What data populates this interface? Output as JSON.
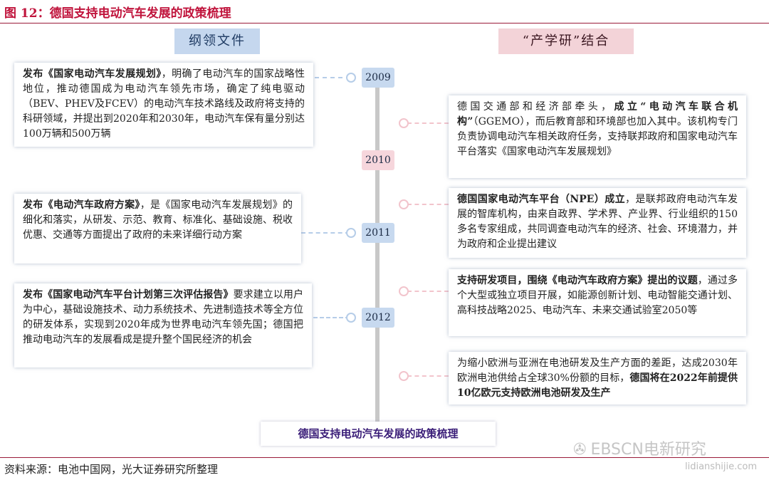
{
  "figure_title": "图 12：德国支持电动汽车发展的政策梳理",
  "headers": {
    "left": "纲领文件",
    "right": "“产学研”结合"
  },
  "years": [
    "2009",
    "2010",
    "2011",
    "2012"
  ],
  "left_boxes": [
    {
      "bold": "发布《国家电动汽车发展规划》",
      "text": "，明确了电动汽车的国家战略性地位，推动德国成为电动汽车领先市场，确定了纯电驱动（BEV、PHEV及FCEV）的电动汽车技术路线及政府将支持的科研领域，并提出到2020年和2030年，电动汽车保有量分别达100万辆和500万辆"
    },
    {
      "bold": "发布《电动汽车政府方案》",
      "text": "，是《国家电动汽车发展规划》的细化和落实，从研发、示范、教育、标准化、基础设施、税收优惠、交通等方面提出了政府的未来详细行动方案"
    },
    {
      "bold": "发布《国家电动汽车平台计划第三次评估报告》",
      "text": "要求建立以用户为中心，基础设施技术、动力系统技术、先进制造技术等全方位的研发体系，实现到2020年成为世界电动汽车领先国；德国把推动电动汽车的发展看成是提升整个国民经济的机会"
    }
  ],
  "right_boxes": [
    {
      "pre": "德国交通部和经济部牵头，",
      "bold": "成立“电动汽车联合机构”",
      "post": "（GGEMO），而后教育部和环境部也加入其中。该机构专门负责协调电动汽车相关政府任务，支持联邦政府和国家电动汽车平台落实《国家电动汽车发展规划》"
    },
    {
      "pre": "",
      "bold": "德国国家电动汽车平台（NPE）成立",
      "post": "，是联邦政府电动汽车发展的智库机构，由来自政界、学术界、产业界、行业组织的150多名专家组成，共同调查电动汽车的经济、社会、环境潜力，并为政府和企业提出建议"
    },
    {
      "pre": "",
      "bold": "支持研发项目，围绕《电动汽车政府方案》提出的议题",
      "post": "，通过多个大型或独立项目开展，如能源创新计划、电动智能交通计划、高科技战略2025、电动汽车、未来交通试验室2050等"
    },
    {
      "pre": "为缩小欧洲与亚洲在电池研发及生产方面的差距，达成2030年欧洲电池供给占全球30%份额的目标，",
      "bold": "德国将在2022年前提供10亿欧元支持欧洲电池研发及生产",
      "post": ""
    }
  ],
  "caption": "德国支持电动汽车发展的政策梳理",
  "source": "资料来源：电池中国网，光大证券研究所整理",
  "watermark": {
    "icon": "wechat-icon",
    "text": "EBSCN电新研究",
    "url": "lidianshijie.com"
  },
  "colors": {
    "title": "#c0143c",
    "blue_header": "#c5d7ee",
    "pink_header": "#f3d3d8",
    "caption_text": "#3a1d78"
  }
}
